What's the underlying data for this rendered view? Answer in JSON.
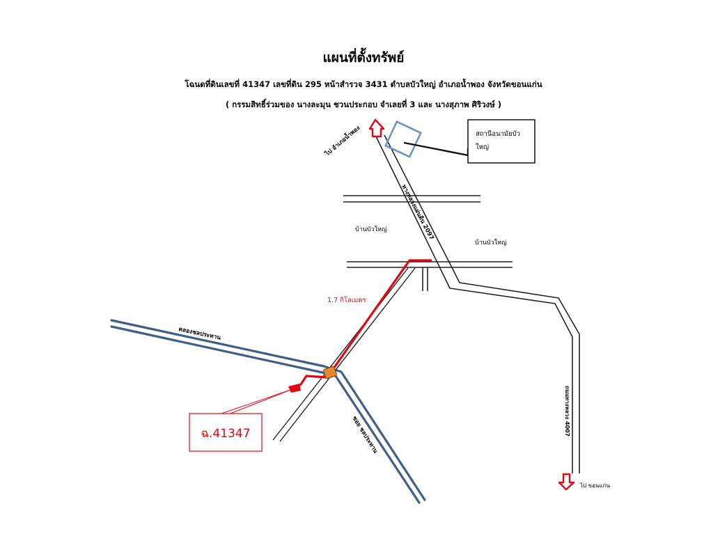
{
  "title": "แผนที่ตั้งทรัพย์",
  "subtitle": "โฉนดที่ดินเลขที่ 41347 เลขที่ดิน 295 หน้าสำรวจ 3431 ตำบลบัวใหญ่  อำเภอน้ำพอง  จังหวัดขอนแก่น",
  "owners": "( กรรมสิทธิ์ร่วมของ  นางละมุน  ชวนประกอบ จำเลยที่ 3 และ นางสุภาพ  ศิริวงษ์ )",
  "labels": {
    "to_nam_phong": "ไป อำเภอน้ำพอง",
    "health_station_line1": "สถานีอนามัยบัว",
    "health_station_line2": "ใหญ่",
    "main_highway": "ทางหลวงแผ่นดิน 2097",
    "village_left": "บ้านบัวใหญ่",
    "village_right": "บ้านบัวใหญ่",
    "distance": "1.7 กิโลเมตร",
    "canal_west": "คลองชลประทาน",
    "canal_south": "ซอย ชลประทาน",
    "road_4007": "ถนนทางหลวง 4007",
    "to_khon_kaen": "ไป ขอนแก่น",
    "deed_id": "ฉ.41347"
  },
  "colors": {
    "route_red": "#e30613",
    "canal_blue": "#3f5f86",
    "building_blue": "#6f95c4",
    "bridge_orange": "#e0892e"
  },
  "icons": {
    "north_arrow": "up-arrow-icon",
    "south_arrow": "down-arrow-icon"
  }
}
